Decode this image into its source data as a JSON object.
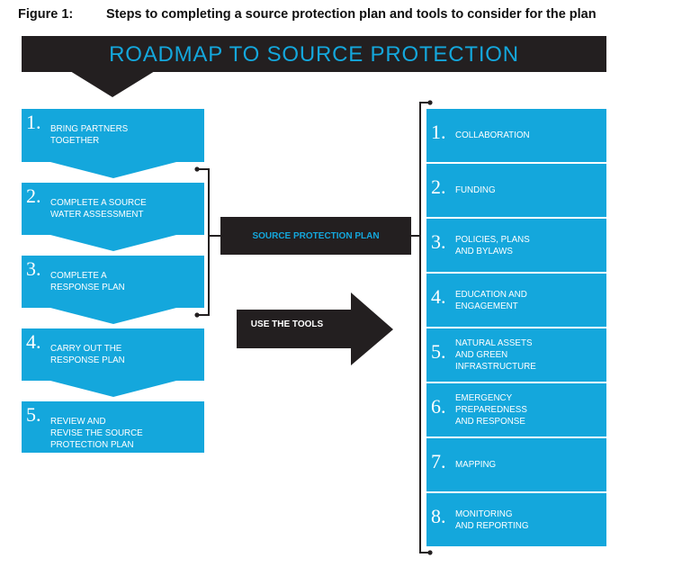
{
  "caption": {
    "figure_label": "Figure 1:",
    "title": "Steps to completing a source protection plan and tools to consider for the plan"
  },
  "banner": {
    "title": "ROADMAP TO SOURCE PROTECTION"
  },
  "steps": [
    {
      "num": "1.",
      "label": "BRING PARTNERS\nTOGETHER"
    },
    {
      "num": "2.",
      "label": "COMPLETE A SOURCE\nWATER ASSESSMENT"
    },
    {
      "num": "3.",
      "label": "COMPLETE A\nRESPONSE PLAN"
    },
    {
      "num": "4.",
      "label": "CARRY OUT THE\nRESPONSE PLAN"
    },
    {
      "num": "5.",
      "label": "REVIEW AND\nREVISE THE SOURCE\nPROTECTION PLAN"
    }
  ],
  "source_protection_plan": {
    "label": "SOURCE PROTECTION PLAN"
  },
  "use_the_tools": {
    "label": "USE THE TOOLS"
  },
  "tools": [
    {
      "num": "1.",
      "label": "COLLABORATION"
    },
    {
      "num": "2.",
      "label": "FUNDING"
    },
    {
      "num": "3.",
      "label": "POLICIES, PLANS\nAND BYLAWS"
    },
    {
      "num": "4.",
      "label": "EDUCATION AND\nENGAGEMENT"
    },
    {
      "num": "5.",
      "label": "NATURAL ASSETS\nAND GREEN\nINFRASTRUCTURE"
    },
    {
      "num": "6.",
      "label": "EMERGENCY\nPREPAREDNESS\nAND RESPONSE"
    },
    {
      "num": "7.",
      "label": "MAPPING"
    },
    {
      "num": "8.",
      "label": "MONITORING\nAND REPORTING"
    }
  ],
  "colors": {
    "accent": "#14a7dc",
    "dark": "#231f20",
    "text_light": "#ffffff"
  }
}
